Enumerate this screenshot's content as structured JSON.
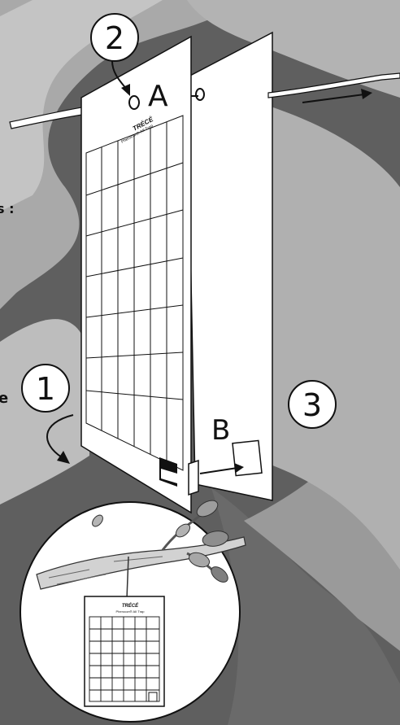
{
  "steps": {
    "step1": "1",
    "step2": "2",
    "step3": "3"
  },
  "letters": {
    "a": "A",
    "b": "B"
  },
  "cut_text": {
    "left_fragment_1": "s :",
    "left_fragment_2": "e"
  },
  "trap": {
    "brand": "TRÉCÉ",
    "product": "Pherocon® AII Trap"
  },
  "colors": {
    "background_dark": "#5a5a5a",
    "swirl_light": "#b9b9b9",
    "swirl_mid": "#a3a3a3",
    "card": "#ffffff",
    "line": "#111111"
  }
}
